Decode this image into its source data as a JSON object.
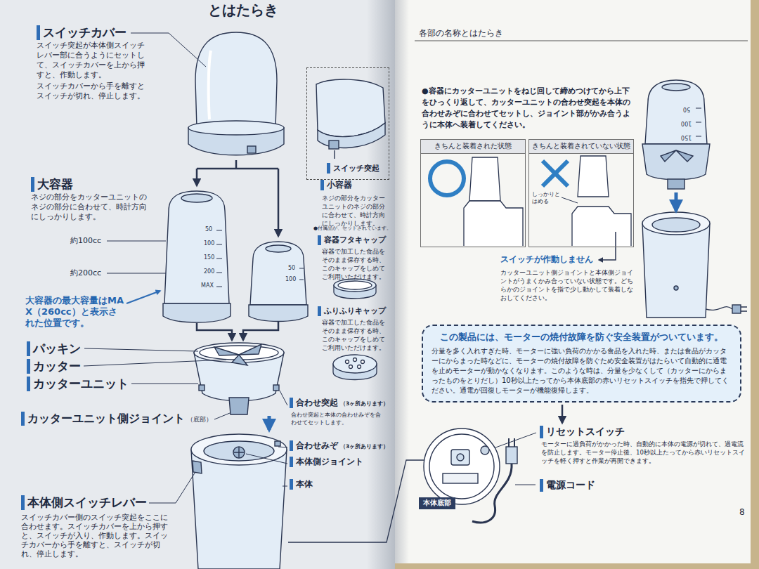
{
  "diagram": {
    "nodes": [
      {
        "text": [
          "スイッチ突起"
        ]
      },
      {
        "text": [
          "きちんと装着された状態"
        ]
      },
      {
        "text": [
          "きちんと装着されていない状態"
        ]
      },
      {
        "text": [
          "この製品には、モーターの焼付故障を防ぐ安全装置がついています。",
          "分量を多く入れすぎた時、モーターに強い負荷のかかる食品を入れた時、または食品がカッターにからまった時などに、モーターの焼付故障を防ぐため安全装置がはたらいて自動的に通電を止めモーターが動かなくなります。このような時は、分量を少なくして（カッターにからまったものをとりだし）10秒以上たってから本体底部の赤いリセットスイッチを指先で押してください。通電が回復しモーターが機能復帰します。"
        ]
      },
      {
        "text": [
          "本体底部"
        ]
      }
    ],
    "labels": [
      "とはたらき",
      "スイッチカバー",
      "スイッチ突起が本体側スイッチレバー部に合うようにセットして、スイッチカバーを上から押すと、作動します。",
      "スイッチカバーから手を離すとスイッチが切れ、停止します。",
      "大容器",
      "ネジの部分をカッターユニットのネジの部分に合わせて、時計方向にしっかりします。",
      "約100cc",
      "約200cc",
      "50",
      "100",
      "150",
      "200",
      "MAX",
      "大容器の最大容量はMAX（260cc）と表示された位置です。",
      "小容器",
      "ネジの部分をカッターユニットのネジの部分に合わせて、時計方向にしっかりします。",
      "●付属品が、セットされています。",
      "容器フタキャップ",
      "容器で加工した食品をそのまま保存する時、このキャップをしめてご利用いただけます。",
      "50",
      "100",
      "ふりふりキャップ",
      "容器で加工した食品をそのまま保存する時、このキャップをしめてご利用いただけます。",
      "パッキン",
      "カッター",
      "カッターユニット",
      "カッターユニット側ジョイント",
      "（底部）",
      "合わせ突起",
      "（3ヶ所あります）",
      "合わせ突起と本体の合わせみぞを合わせてセットします。",
      "合わせみぞ",
      "（3ヶ所あります）",
      "本体側ジョイント",
      "本体",
      "本体側スイッチレバー",
      "スイッチカバー側のスイッチ突起をここに合わせます。スイッチカバーを上から押すと、スイッチが入り、作動します。スイッチカバーから手を離すと、スイッチが切れ、停止します。",
      "各部の名称とはたらき",
      "●容器にカッターユニットをねじ回して締めつけてから上下をひっくり返して、カッターユニットの合わせ突起を本体の合わせみぞに合わせてセットし、ジョイント部がかみ合うように本体へ装着してください。",
      "しっかりとはめる",
      "スイッチが作動しません",
      "カッターユニット側ジョイントと本体側ジョイントがうまくかみ合っていない状態です。どちらかのジョイントを指で少し動かして装着しなおしてください。",
      "50",
      "100",
      "150",
      "リセットスイッチ",
      "モーターに過負荷がかかった時、自動的に本体の電源が切れて、過電流を防止します。モーター停止後、10秒以上たってから赤いリセットスイッチを軽く押すと作業が再開できます。",
      "電源コード",
      "8"
    ]
  }
}
